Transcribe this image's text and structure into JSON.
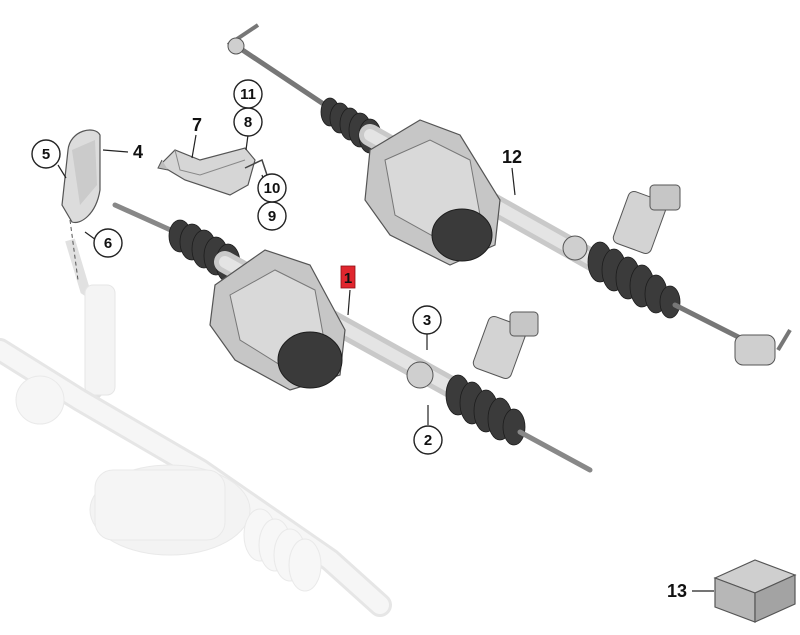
{
  "diagram": {
    "callouts": {
      "c1": "1",
      "c2": "2",
      "c3": "3",
      "c4": "4",
      "c5": "5",
      "c6": "6",
      "c7": "7",
      "c8": "8",
      "c9": "9",
      "c10": "10",
      "c11": "11",
      "c12": "12",
      "c13": "13"
    },
    "colors": {
      "highlight": "#e0262e",
      "part_fill": "#d9d9d9",
      "part_dark": "#3a3a3a",
      "ghost": "#e6e6e6"
    }
  }
}
